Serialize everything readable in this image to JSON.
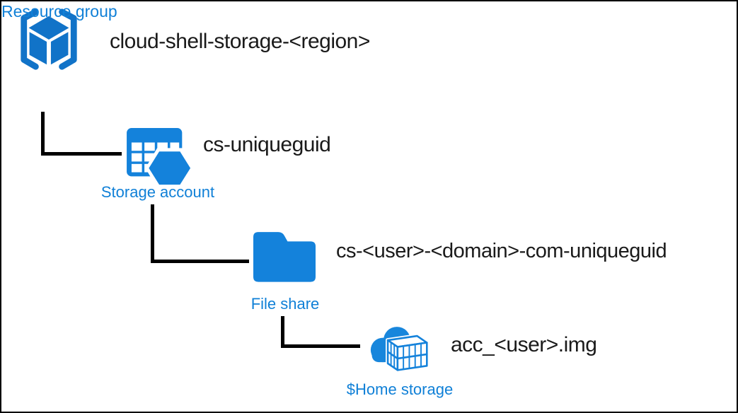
{
  "diagram": {
    "description": "Azure Cloud Shell persistent storage hierarchy",
    "nodes": [
      {
        "icon": "resource-group-icon",
        "label": "Resource group",
        "name": "cloud-shell-storage-<region>"
      },
      {
        "icon": "storage-account-icon",
        "label": "Storage account",
        "name": "cs-uniqueguid"
      },
      {
        "icon": "file-share-icon",
        "label": "File share",
        "name": "cs-<user>-<domain>-com-uniqueguid"
      },
      {
        "icon": "home-storage-icon",
        "label": "$Home storage",
        "name": "acc_<user>.img"
      }
    ],
    "connectors": [
      {
        "from": "Resource group",
        "to": "Storage account"
      },
      {
        "from": "Storage account",
        "to": "File share"
      },
      {
        "from": "File share",
        "to": "$Home storage"
      }
    ],
    "colors": {
      "icon_blue": "#1482db",
      "cube_blue": "#1173c8",
      "label_blue": "#1080d7",
      "text_dark": "#1a1a1a",
      "connector_black": "#000000",
      "background": "#ffffff"
    }
  }
}
